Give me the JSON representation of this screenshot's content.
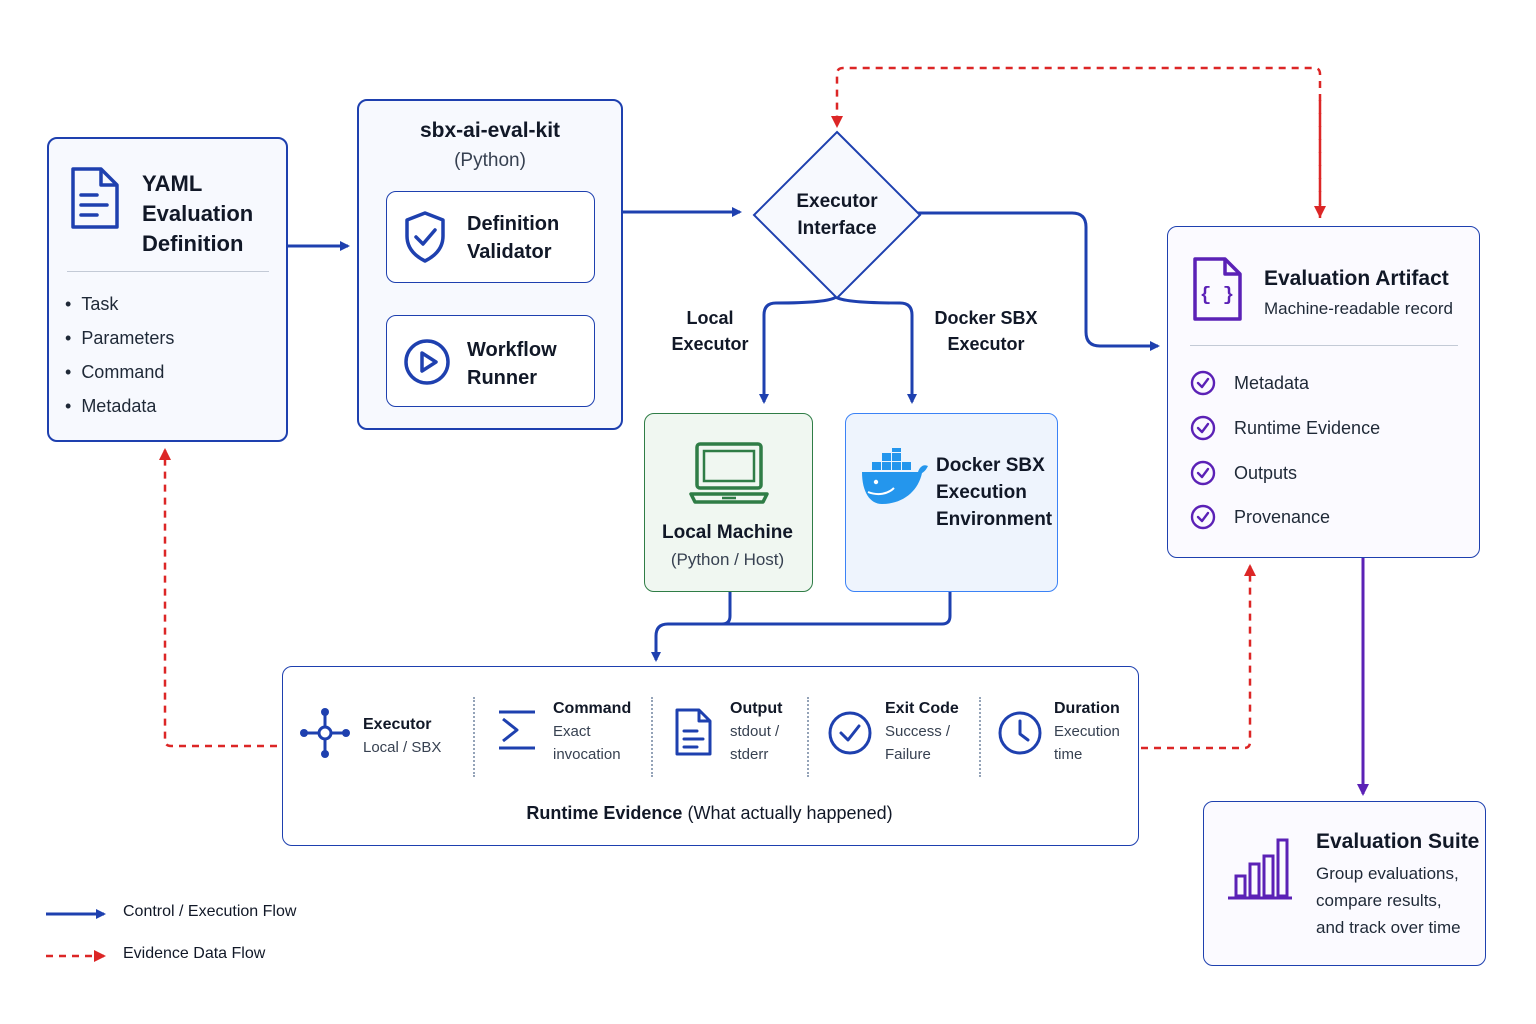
{
  "yaml_box": {
    "title_lines": [
      "YAML",
      "Evaluation",
      "Definition"
    ],
    "bullets": [
      "Task",
      "Parameters",
      "Command",
      "Metadata"
    ]
  },
  "kit_box": {
    "title": "sbx-ai-eval-kit",
    "subtitle": "(Python)",
    "validator_lines": [
      "Definition",
      "Validator"
    ],
    "runner_lines": [
      "Workflow",
      "Runner"
    ]
  },
  "executor_interface": {
    "lines": [
      "Executor",
      "Interface"
    ]
  },
  "branch_labels": {
    "local": [
      "Local",
      "Executor"
    ],
    "docker": [
      "Docker SBX",
      "Executor"
    ]
  },
  "local_machine": {
    "title": "Local Machine",
    "subtitle": "(Python / Host)"
  },
  "docker_env": {
    "lines": [
      "Docker SBX",
      "Execution",
      "Environment"
    ]
  },
  "artifact": {
    "title": "Evaluation Artifact",
    "subtitle": "Machine-readable record",
    "items": [
      "Metadata",
      "Runtime Evidence",
      "Outputs",
      "Provenance"
    ]
  },
  "runtime_evidence": {
    "items": [
      {
        "title": "Executor",
        "lines": [
          "Local / SBX"
        ],
        "icon": "network-icon"
      },
      {
        "title": "Command",
        "lines": [
          "Exact",
          "invocation"
        ],
        "icon": "sigma-icon"
      },
      {
        "title": "Output",
        "lines": [
          "stdout /",
          "stderr"
        ],
        "icon": "document-icon"
      },
      {
        "title": "Exit Code",
        "lines": [
          "Success /",
          "Failure"
        ],
        "icon": "check-circle-icon"
      },
      {
        "title": "Duration",
        "lines": [
          "Execution",
          "time"
        ],
        "icon": "clock-icon"
      }
    ],
    "caption_bold": "Runtime Evidence",
    "caption_rest": "(What actually happened)"
  },
  "suite": {
    "title": "Evaluation Suite",
    "lines": [
      "Group evaluations,",
      "compare results,",
      "and track over time"
    ]
  },
  "legend": {
    "control": "Control / Execution Flow",
    "evidence": "Evidence Data Flow"
  },
  "colors": {
    "control": "#1e40af",
    "evidence": "#dc2626",
    "local_green": "#2f7d46",
    "artifact_purple": "#5b21b6"
  }
}
